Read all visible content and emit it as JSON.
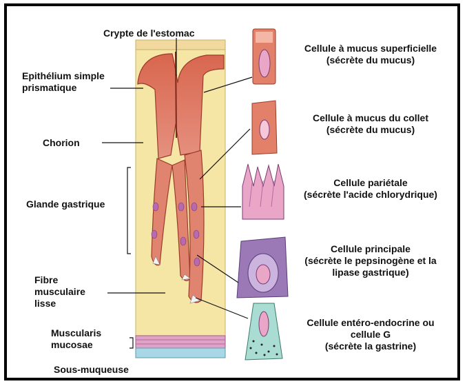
{
  "labels": {
    "crypt": "Crypte de l'estomac",
    "epithelium": "Epithélium simple prismatique",
    "chorion": "Chorion",
    "gland": "Glande gastrique",
    "smooth_muscle": "Fibre musculaire lisse",
    "muscularis": "Muscularis mucosae",
    "submucosa": "Sous-muqueuse"
  },
  "cells": [
    {
      "name": "Cellule à mucus superficielle",
      "desc": "(sécrète du mucus)"
    },
    {
      "name": "Cellule à mucus du collet",
      "desc": "(sécrète du mucus)"
    },
    {
      "name": "Cellule pariétale",
      "desc": "(sécrète l'acide chlorydrique)"
    },
    {
      "name": "Cellule principale",
      "desc": "(sécrète le pepsinogène et la lipase gastrique)"
    },
    {
      "name": "Cellule entéro-endocrine ou cellule G",
      "desc": "(sécrète la gastrine)"
    }
  ],
  "colors": {
    "chorion": "#f6e6a6",
    "epithelium": "#e2806a",
    "epithelium_dark": "#c9553f",
    "pink_cell": "#e9a6c7",
    "purple_cell": "#9b79b6",
    "teal_cell": "#a9dcd2",
    "muscularis": "#e0a3c8",
    "submucosa": "#a8d8e6"
  }
}
